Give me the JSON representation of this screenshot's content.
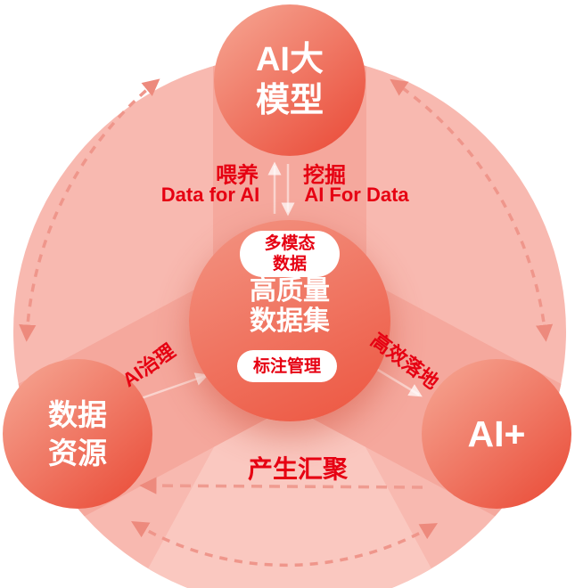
{
  "diagram": {
    "description": "AI and data circular ecosystem diagram"
  },
  "nodes": {
    "ai_model": {
      "line1": "AI大",
      "line2": "模型"
    },
    "data_resource": {
      "line1": "数据",
      "line2": "资源"
    },
    "ai_plus": {
      "label": "AI+"
    },
    "dataset": {
      "line1": "高质量",
      "line2": "数据集"
    }
  },
  "pills": {
    "multimodal": {
      "line1": "多模态",
      "line2": "数据"
    },
    "annotation": {
      "label": "标注管理"
    }
  },
  "edges": {
    "feed_zh": "喂养",
    "feed_en": "Data for AI",
    "mine_zh": "挖掘",
    "mine_en": "AI For Data",
    "governance": "AI治理",
    "deployment": "高效落地",
    "aggregation": "产生汇聚"
  },
  "icons": {
    "up_arrow": "up-arrow-icon",
    "down_arrow": "down-arrow-icon",
    "governance_arrow": "up-right-arrow-icon",
    "deployment_arrow": "down-right-arrow-icon",
    "dashed_cycle_arrows": "dashed-arc-arrow-icons"
  },
  "colors": {
    "accent_red": "#E60012",
    "node_gradient_light": "#F5A18E",
    "node_gradient_dark": "#EB5440",
    "background_circle": "#F8B9B0",
    "beam": "#F5A89D",
    "inner_wedge": "#FAC8C0",
    "dashed_stroke": "#EF968B",
    "pill_background": "#FFFFFF",
    "node_text": "#FFFFFF"
  }
}
